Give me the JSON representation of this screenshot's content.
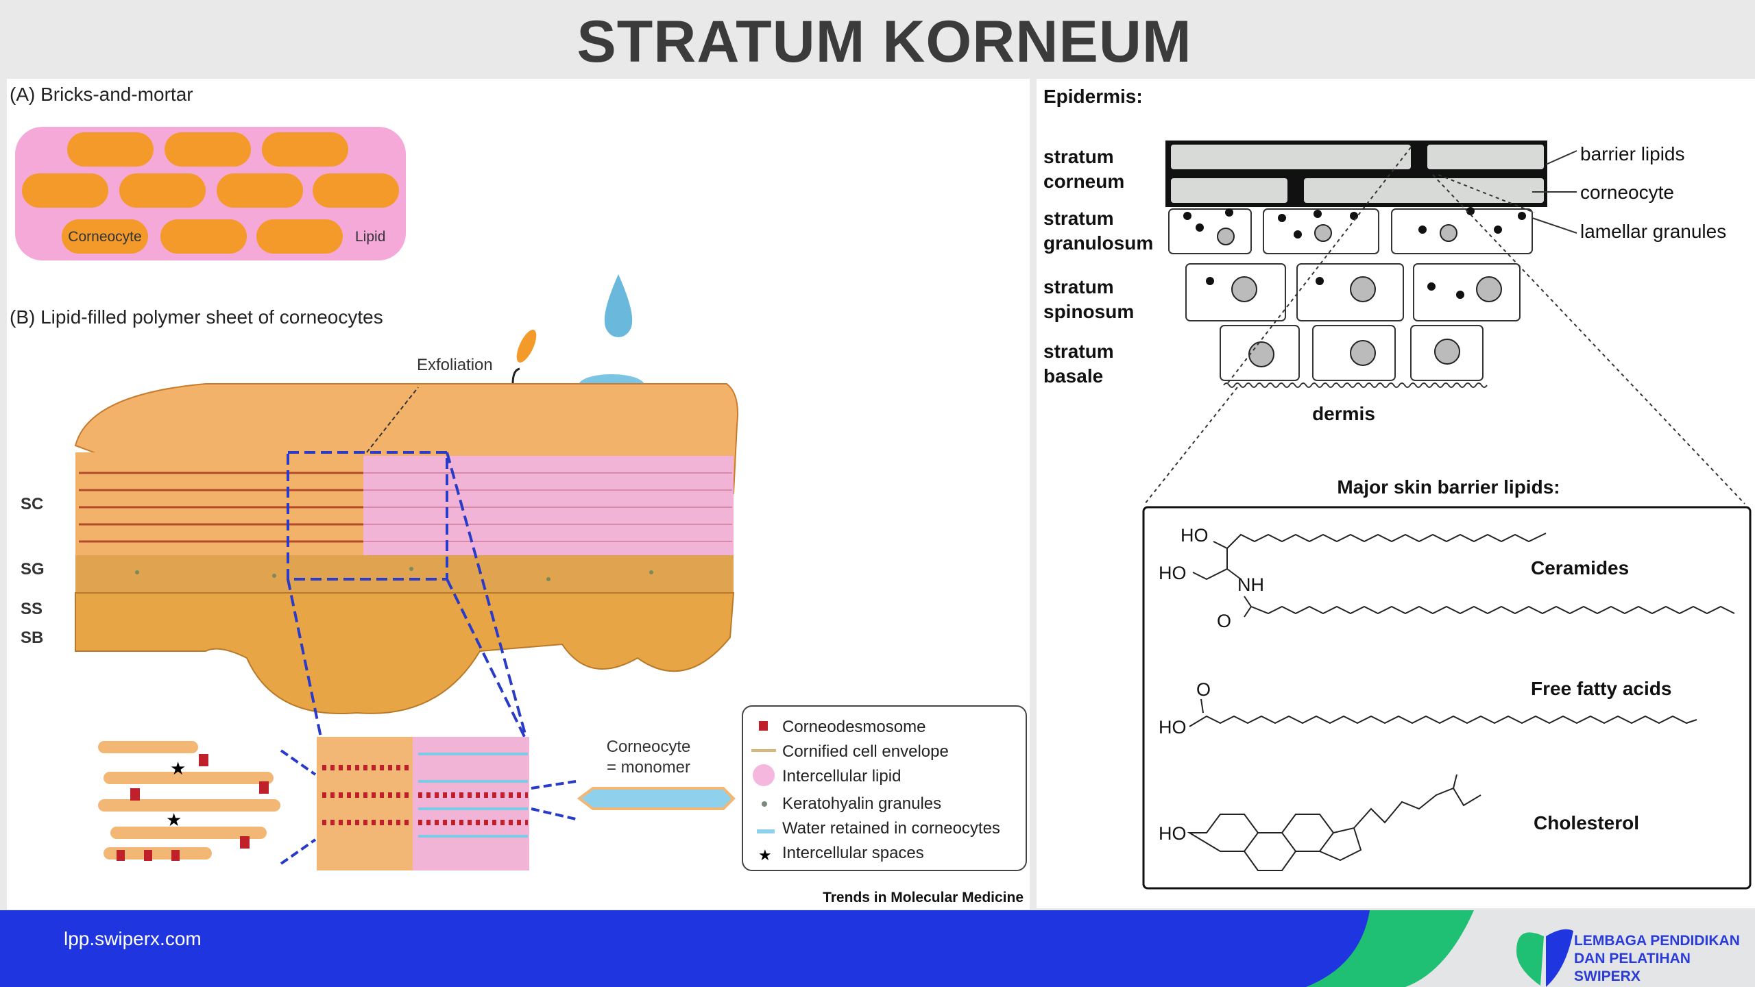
{
  "title": "STRATUM KORNEUM",
  "panel_a": {
    "heading": "(A) Bricks-and-mortar",
    "corneocyte_label": "Corneocyte",
    "lipid_label": "Lipid"
  },
  "panel_b": {
    "heading": "(B) Lipid-filled polymer sheet of corneocytes",
    "exfoliation": "Exfoliation",
    "layers": [
      "SC",
      "SG",
      "SS",
      "SB"
    ],
    "monomer_line1": "Corneocyte",
    "monomer_line2": "= monomer",
    "legend": [
      "Corneodesmosome",
      "Cornified cell envelope",
      "Intercellular lipid",
      "Keratohyalin granules",
      "Water retained in corneocytes",
      "Intercellular spaces"
    ],
    "source": "Trends in Molecular Medicine"
  },
  "epidermis": {
    "heading": "Epidermis:",
    "layers": [
      {
        "line1": "stratum",
        "line2": "corneum"
      },
      {
        "line1": "stratum",
        "line2": "granulosum"
      },
      {
        "line1": "stratum",
        "line2": "spinosum"
      },
      {
        "line1": "stratum",
        "line2": "basale"
      }
    ],
    "callouts": [
      "barrier lipids",
      "corneocyte",
      "lamellar granules"
    ],
    "dermis": "dermis"
  },
  "lipids": {
    "heading": "Major skin barrier lipids:",
    "ceramides": "Ceramides",
    "ffa": "Free fatty acids",
    "cholesterol": "Cholesterol",
    "atoms": {
      "ho": "HO",
      "nh": "NH",
      "o": "O"
    }
  },
  "footer": {
    "url": "lpp.swiperx.com",
    "logo_line1": "LEMBAGA PENDIDIKAN",
    "logo_line2": "DAN PELATIHAN SWIPERX"
  },
  "colors": {
    "footer_blue": "#1f35e0",
    "footer_green": "#1fbf74",
    "brick": "#f39a2a",
    "lipid_pink": "#f5a9d8"
  }
}
